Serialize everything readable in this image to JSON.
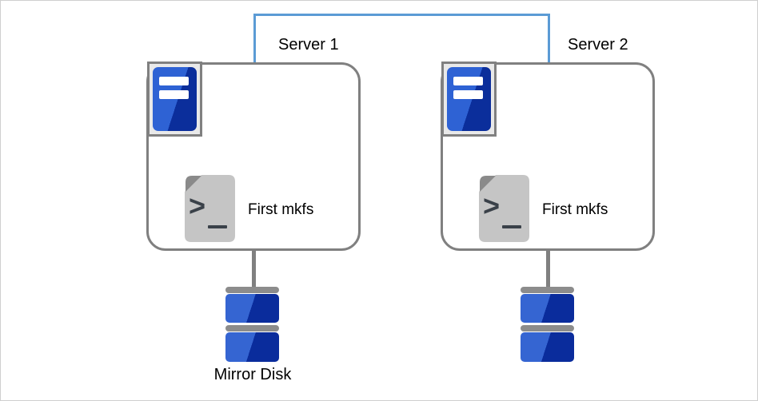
{
  "servers": [
    {
      "label": "Server 1",
      "command_label": "First mkfs"
    },
    {
      "label": "Server 2",
      "command_label": "First mkfs"
    }
  ],
  "disk": {
    "label": "Mirror Disk"
  },
  "icons": {
    "server": "server-icon",
    "script": "terminal-script-icon",
    "disk": "mirror-disk-icon",
    "link": "network-link"
  },
  "colors": {
    "link": "#5b9bd5",
    "outline": "#808080",
    "cap_gray": "#8c8c8c",
    "server_blue_light": "#2e62d4",
    "server_blue_dark": "#0b2e9b",
    "disk_blue_light": "#3565d2",
    "disk_blue_dark": "#0a2c9c",
    "doc_gray": "#c5c5c5",
    "fold_gray": "#8a8a8a",
    "glyph": "#3a4149"
  }
}
